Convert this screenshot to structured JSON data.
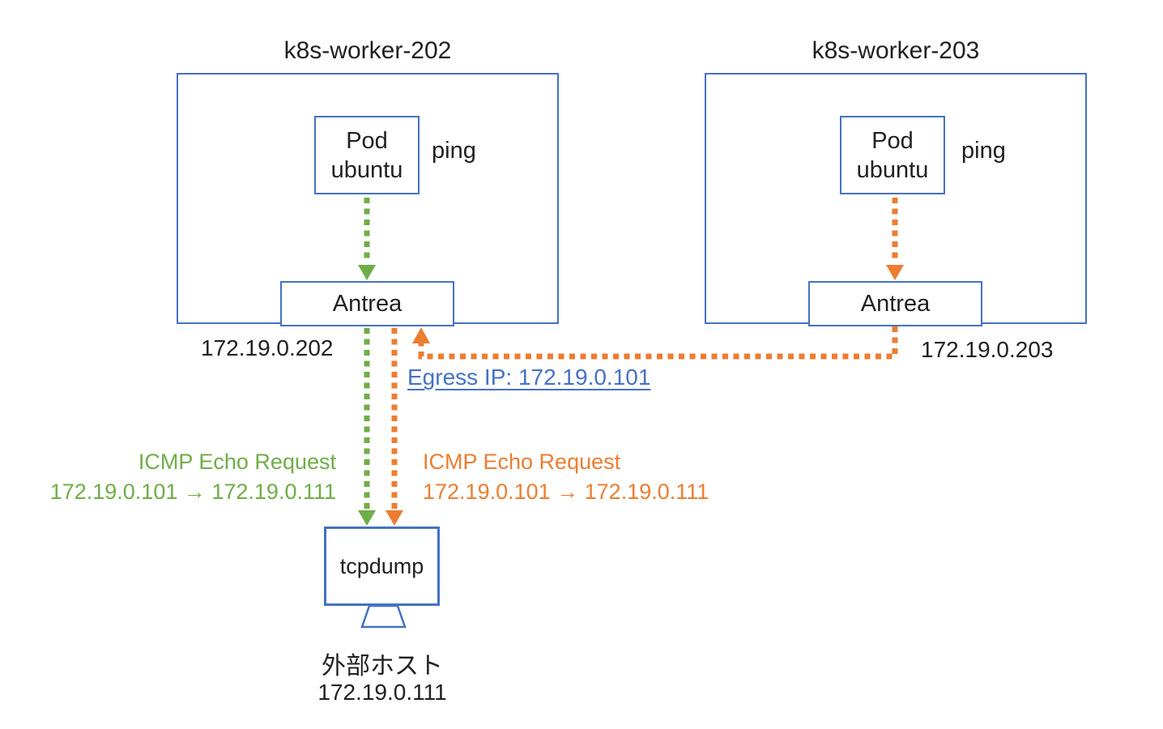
{
  "colors": {
    "box_border": "#4472C4",
    "flow_green": "#70AD47",
    "flow_orange": "#ED7D31",
    "egress_text": "#4472C4",
    "body_text": "#212121"
  },
  "workers": [
    {
      "title": "k8s-worker-202",
      "pod": {
        "line1": "Pod",
        "line2": "ubuntu"
      },
      "ping": "ping",
      "antrea": "Antrea",
      "node_ip": "172.19.0.202"
    },
    {
      "title": "k8s-worker-203",
      "pod": {
        "line1": "Pod",
        "line2": "ubuntu"
      },
      "ping": "ping",
      "antrea": "Antrea",
      "node_ip": "172.19.0.203"
    }
  ],
  "egress": {
    "label": "Egress IP: 172.19.0.101"
  },
  "flows": {
    "green": {
      "title": "ICMP Echo Request",
      "route": "172.19.0.101 → 172.19.0.111"
    },
    "orange": {
      "title": "ICMP Echo Request",
      "route": "172.19.0.101 → 172.19.0.111"
    }
  },
  "external_host": {
    "device": "tcpdump",
    "name": "外部ホスト",
    "ip": "172.19.0.111"
  }
}
